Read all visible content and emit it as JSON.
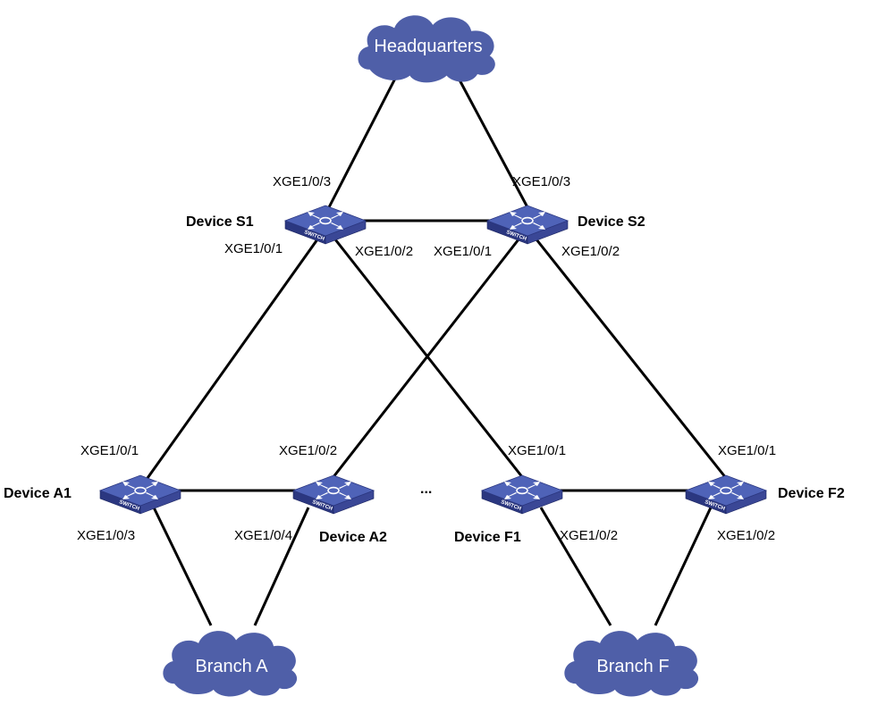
{
  "clouds": {
    "headquarters": "Headquarters",
    "branch_a": "Branch A",
    "branch_f": "Branch F"
  },
  "devices": {
    "s1": "Device S1",
    "s2": "Device S2",
    "a1": "Device A1",
    "a2": "Device A2",
    "f1": "Device F1",
    "f2": "Device F2"
  },
  "switch_icon_text": "SWITCH",
  "ellipsis": "...",
  "ports": {
    "s1_up": "XGE1/0/3",
    "s1_left": "XGE1/0/1",
    "s1_right": "XGE1/0/2",
    "s2_up": "XGE1/0/3",
    "s2_left": "XGE1/0/1",
    "s2_right": "XGE1/0/2",
    "a1_up": "XGE1/0/1",
    "a1_down": "XGE1/0/3",
    "a2_up": "XGE1/0/2",
    "a2_down": "XGE1/0/4",
    "f1_up": "XGE1/0/1",
    "f1_down": "XGE1/0/2",
    "f2_up": "XGE1/0/1",
    "f2_down": "XGE1/0/2"
  },
  "colors": {
    "cloud": "#4f5fa8",
    "switch_top": "#4f63b8",
    "switch_side": "#2b3780",
    "link": "#000000"
  }
}
